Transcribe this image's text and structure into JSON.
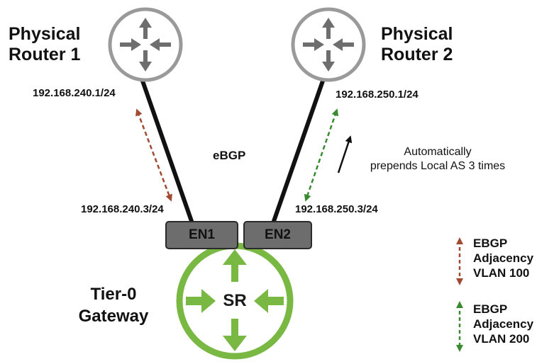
{
  "routers": {
    "r1": {
      "title_line1": "Physical",
      "title_line2": "Router 1",
      "ip": "192.168.240.1/24"
    },
    "r2": {
      "title_line1": "Physical",
      "title_line2": "Router 2",
      "ip": "192.168.250.1/24"
    }
  },
  "link_label": "eBGP",
  "edge_nodes": {
    "en1": {
      "label": "EN1",
      "ip": "192.168.240.3/24"
    },
    "en2": {
      "label": "EN2",
      "ip": "192.168.250.3/24"
    }
  },
  "annotation": {
    "line1": "Automatically",
    "line2": "prepends Local AS 3 times"
  },
  "gateway": {
    "line1": "Tier-0",
    "line2": "Gateway",
    "sr_label": "SR"
  },
  "legend": [
    {
      "line1": "EBGP",
      "line2": "Adjacency",
      "line3": "VLAN 100",
      "color": "#a04a32"
    },
    {
      "line1": "EBGP",
      "line2": "Adjacency",
      "line3": "VLAN 200",
      "color": "#3a8a32"
    }
  ],
  "colors": {
    "router_ring": "#9a9a9a",
    "router_arrows": "#6e6e6e",
    "edge_node_fill": "#6d6d6d",
    "gateway_green": "#79b843",
    "vlan100": "#a04a32",
    "vlan200": "#3a8a32"
  }
}
